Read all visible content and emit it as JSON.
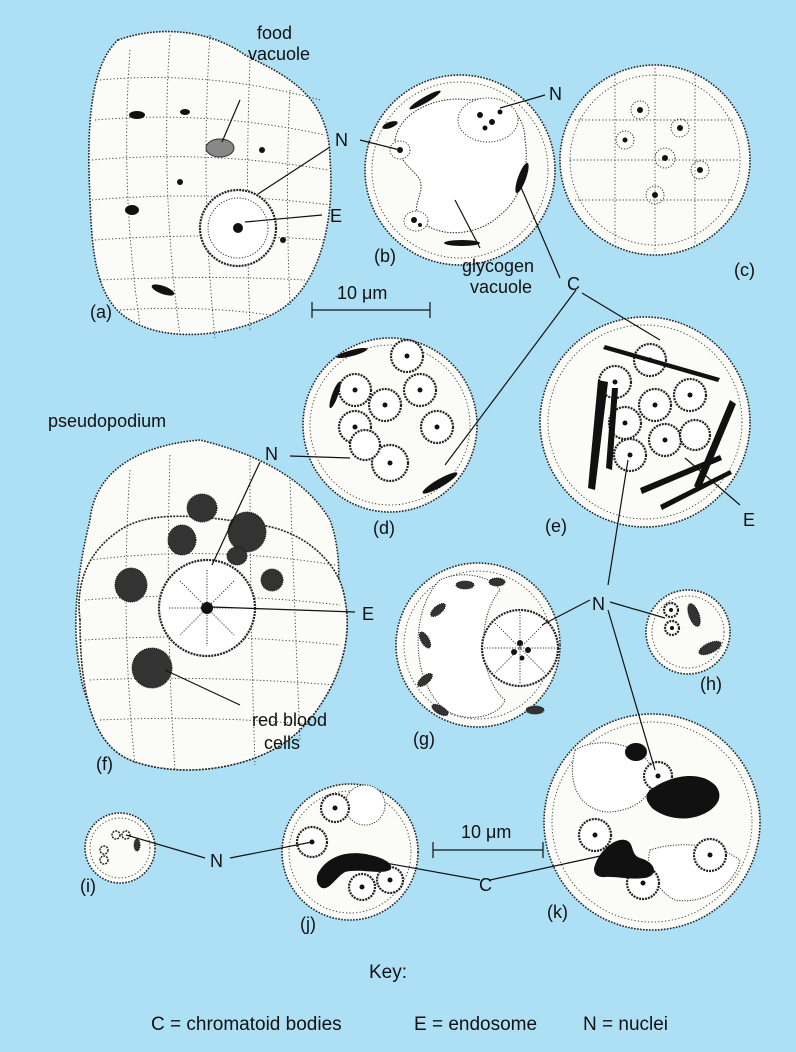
{
  "colors": {
    "background": "#aee0f5",
    "cell_fill": "#fbfbf7",
    "ink": "#111111"
  },
  "panels": {
    "a": "(a)",
    "b": "(b)",
    "c": "(c)",
    "d": "(d)",
    "e": "(e)",
    "f": "(f)",
    "g": "(g)",
    "h": "(h)",
    "i": "(i)",
    "j": "(j)",
    "k": "(k)"
  },
  "labels": {
    "food_vacuole_1": "food",
    "food_vacuole_2": "vacuole",
    "glycogen_1": "glycogen",
    "glycogen_2": "vacuole",
    "pseudopodium": "pseudopodium",
    "rbc_1": "red blood",
    "rbc_2": "cells",
    "N": "N",
    "E": "E",
    "C": "C"
  },
  "scale_bars": {
    "top": "10 μm",
    "bottom": "10 μm"
  },
  "key": {
    "title": "Key:",
    "items": [
      "C = chromatoid bodies",
      "E = endosome",
      "N = nuclei"
    ]
  }
}
